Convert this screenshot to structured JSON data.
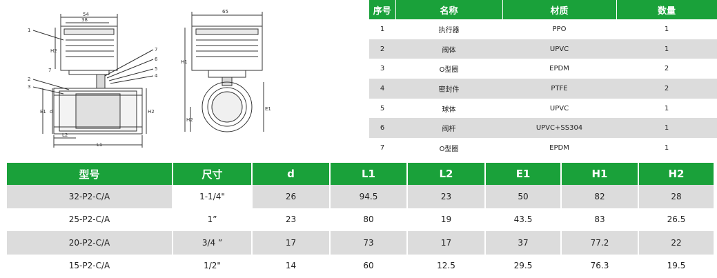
{
  "drawing": {
    "left_dims": {
      "top_width": "54",
      "inner_width": "38",
      "height_h2": "H2",
      "gap": "7",
      "d_label": "d",
      "l1_label": "L1",
      "l2_label": "L2",
      "e1_label": "E1"
    },
    "callouts": [
      "1",
      "2",
      "3",
      "4",
      "5",
      "6",
      "7"
    ],
    "right_dims": {
      "top_width": "65",
      "height_h1": "H1",
      "h2_label": "H2",
      "e1_label": "E1"
    }
  },
  "parts_table": {
    "headers": [
      "序号",
      "名称",
      "材质",
      "数量"
    ],
    "rows": [
      [
        "1",
        "执行器",
        "PPO",
        "1"
      ],
      [
        "2",
        "阀体",
        "UPVC",
        "1"
      ],
      [
        "3",
        "O型圈",
        "EPDM",
        "2"
      ],
      [
        "4",
        "密封件",
        "PTFE",
        "2"
      ],
      [
        "5",
        "球体",
        "UPVC",
        "1"
      ],
      [
        "6",
        "阀杆",
        "UPVC+SS304",
        "1"
      ],
      [
        "7",
        "O型圈",
        "EPDM",
        "1"
      ]
    ]
  },
  "spec_table": {
    "headers": [
      "型号",
      "尺寸",
      "d",
      "L1",
      "L2",
      "E1",
      "H1",
      "H2"
    ],
    "rows": [
      [
        "32-P2-C/A",
        "1-1/4\"",
        "26",
        "94.5",
        "23",
        "50",
        "82",
        "28"
      ],
      [
        "25-P2-C/A",
        "1”",
        "23",
        "80",
        "19",
        "43.5",
        "83",
        "26.5"
      ],
      [
        "20-P2-C/A",
        "3/4 ”",
        "17",
        "73",
        "17",
        "37",
        "77.2",
        "22"
      ],
      [
        "15-P2-C/A",
        "1/2\"",
        "14",
        "60",
        "12.5",
        "29.5",
        "76.3",
        "19.5"
      ]
    ]
  },
  "colors": {
    "header_green": "#1aa13a",
    "row_gray": "#dcdcdc",
    "line": "#333333"
  }
}
